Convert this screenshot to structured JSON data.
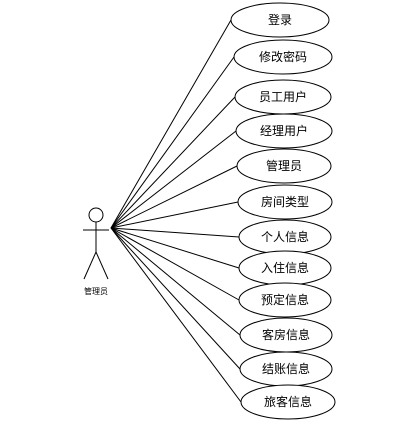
{
  "actor": {
    "label": "管理员",
    "icon": "stick-figure-actor-icon"
  },
  "use_cases": [
    {
      "id": "login",
      "label": "登录"
    },
    {
      "id": "change-password",
      "label": "修改密码"
    },
    {
      "id": "staff-user",
      "label": "员工用户"
    },
    {
      "id": "manager-user",
      "label": "经理用户"
    },
    {
      "id": "administrator",
      "label": "管理员"
    },
    {
      "id": "room-type",
      "label": "房间类型"
    },
    {
      "id": "personal-info",
      "label": "个人信息"
    },
    {
      "id": "checkin-info",
      "label": "入住信息"
    },
    {
      "id": "reservation-info",
      "label": "预定信息"
    },
    {
      "id": "guestroom-info",
      "label": "客房信息"
    },
    {
      "id": "checkout-info",
      "label": "结账信息"
    },
    {
      "id": "traveler-info",
      "label": "旅客信息"
    }
  ],
  "colors": {
    "stroke": "#000000",
    "fill": "#ffffff",
    "background": "#ffffff"
  }
}
